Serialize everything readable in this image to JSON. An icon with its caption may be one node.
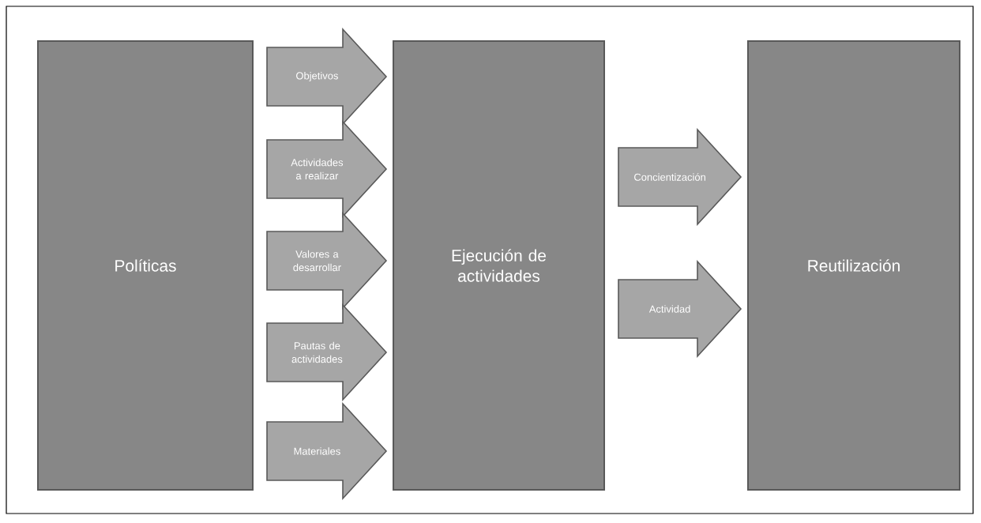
{
  "diagram": {
    "nodes": [
      {
        "text": [
          "Políticas"
        ]
      },
      {
        "text": [
          "Ejecución de actividades"
        ]
      },
      {
        "text": [
          "Reutilización"
        ]
      }
    ],
    "edges": [
      {
        "from": 0,
        "to": 1,
        "arrow": "to",
        "label": "Objetivos"
      },
      {
        "from": 0,
        "to": 1,
        "arrow": "to",
        "label": "Actividades a realizar"
      },
      {
        "from": 0,
        "to": 1,
        "arrow": "to",
        "label": "Valores a desarrollar"
      },
      {
        "from": 0,
        "to": 1,
        "arrow": "to",
        "label": "Pautas de actividades"
      },
      {
        "from": 0,
        "to": 1,
        "arrow": "to",
        "label": "Materiales"
      },
      {
        "from": 1,
        "to": 2,
        "arrow": "to",
        "label": "Concientización"
      },
      {
        "from": 1,
        "to": 2,
        "arrow": "to",
        "label": "Actividad"
      }
    ]
  }
}
